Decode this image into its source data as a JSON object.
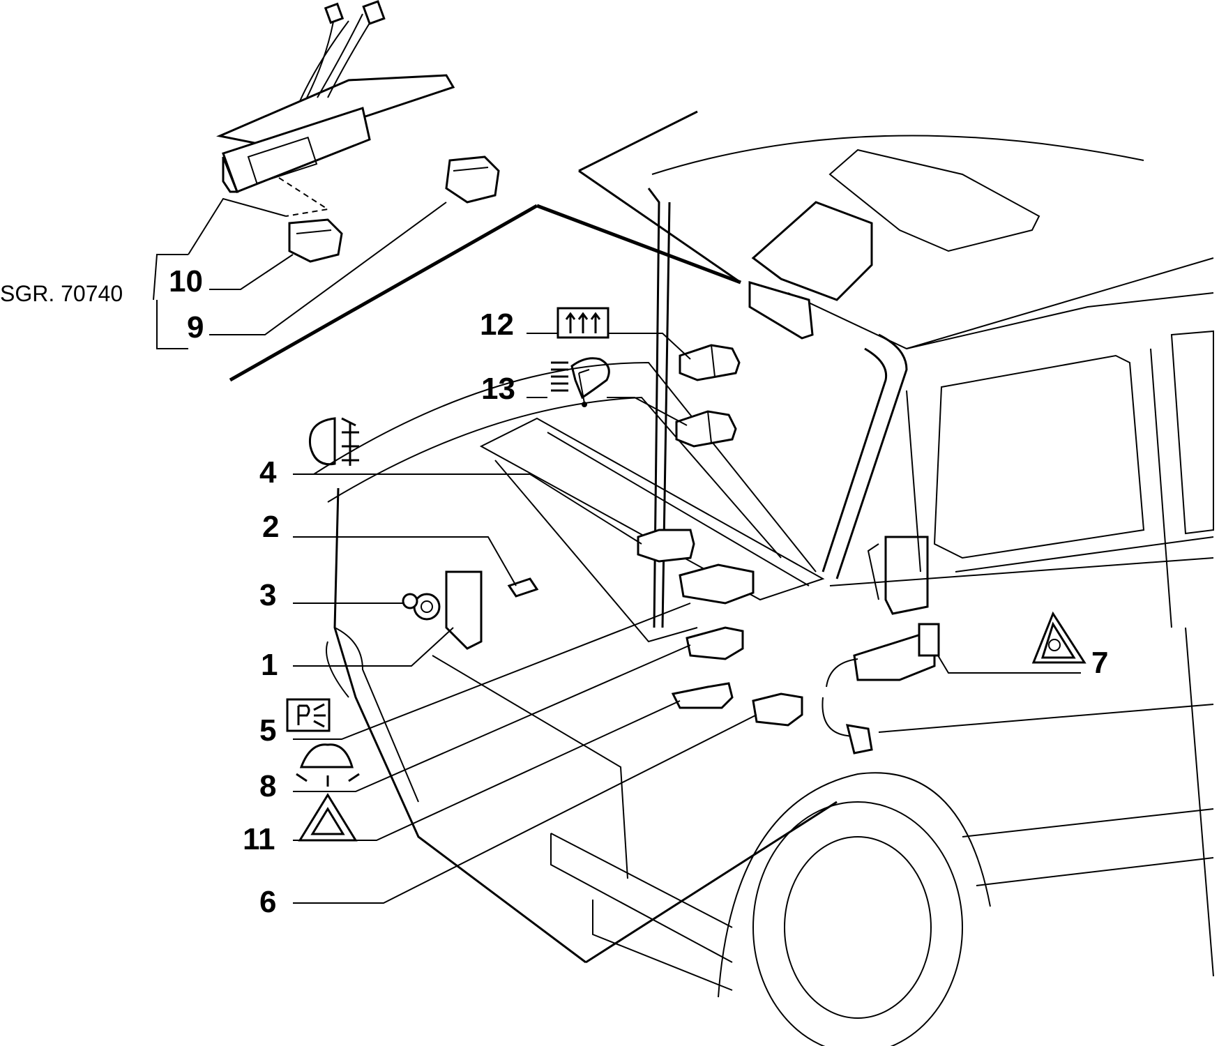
{
  "diagram": {
    "reference_code": "SGR. 70740",
    "callouts": [
      "1",
      "2",
      "3",
      "4",
      "5",
      "6",
      "7",
      "8",
      "9",
      "10",
      "11",
      "12",
      "13"
    ],
    "symbols": [
      "fog-light-icon",
      "parking-light-icon",
      "interior-light-icon",
      "hazard-warning-icon",
      "rear-defrost-icon",
      "rear-wiper-icon",
      "trailer-warning-icon"
    ]
  }
}
